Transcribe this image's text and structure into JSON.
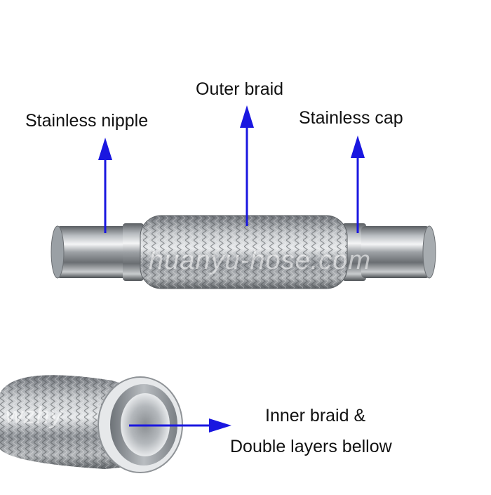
{
  "labels": {
    "stainless_nipple": "Stainless nipple",
    "outer_braid": "Outer braid",
    "stainless_cap": "Stainless cap",
    "inner_braid": "Inner braid &",
    "double_layers": "Double layers bellow"
  },
  "watermark": {
    "main": "huanyu-hose.com",
    "small": "wzhy"
  },
  "colors": {
    "arrow": "#1a17e0",
    "label_text": "#111111",
    "background": "#ffffff"
  }
}
